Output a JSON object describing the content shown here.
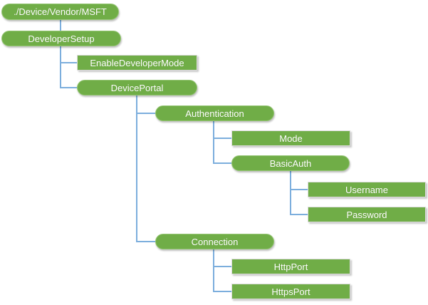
{
  "diagram": {
    "type": "tree",
    "colors": {
      "node_fill": "#70AD47",
      "node_text": "#FFFFFF",
      "connector": "#7CAEDD"
    },
    "nodes": [
      {
        "id": "device-vendor-msft",
        "label": "./Device/Vendor/MSFT",
        "shape": "pill",
        "parent": null
      },
      {
        "id": "developer-setup",
        "label": "DeveloperSetup",
        "shape": "pill",
        "parent": "device-vendor-msft"
      },
      {
        "id": "enable-developer-mode",
        "label": "EnableDeveloperMode",
        "shape": "rect",
        "parent": "developer-setup"
      },
      {
        "id": "device-portal",
        "label": "DevicePortal",
        "shape": "pill",
        "parent": "developer-setup"
      },
      {
        "id": "authentication",
        "label": "Authentication",
        "shape": "pill",
        "parent": "device-portal"
      },
      {
        "id": "mode",
        "label": "Mode",
        "shape": "rect",
        "parent": "authentication"
      },
      {
        "id": "basic-auth",
        "label": "BasicAuth",
        "shape": "pill",
        "parent": "authentication"
      },
      {
        "id": "username",
        "label": "Username",
        "shape": "rect",
        "parent": "basic-auth"
      },
      {
        "id": "password",
        "label": "Password",
        "shape": "rect",
        "parent": "basic-auth"
      },
      {
        "id": "connection",
        "label": "Connection",
        "shape": "pill",
        "parent": "device-portal"
      },
      {
        "id": "http-port",
        "label": "HttpPort",
        "shape": "rect",
        "parent": "connection"
      },
      {
        "id": "https-port",
        "label": "HttpsPort",
        "shape": "rect",
        "parent": "connection"
      }
    ]
  }
}
